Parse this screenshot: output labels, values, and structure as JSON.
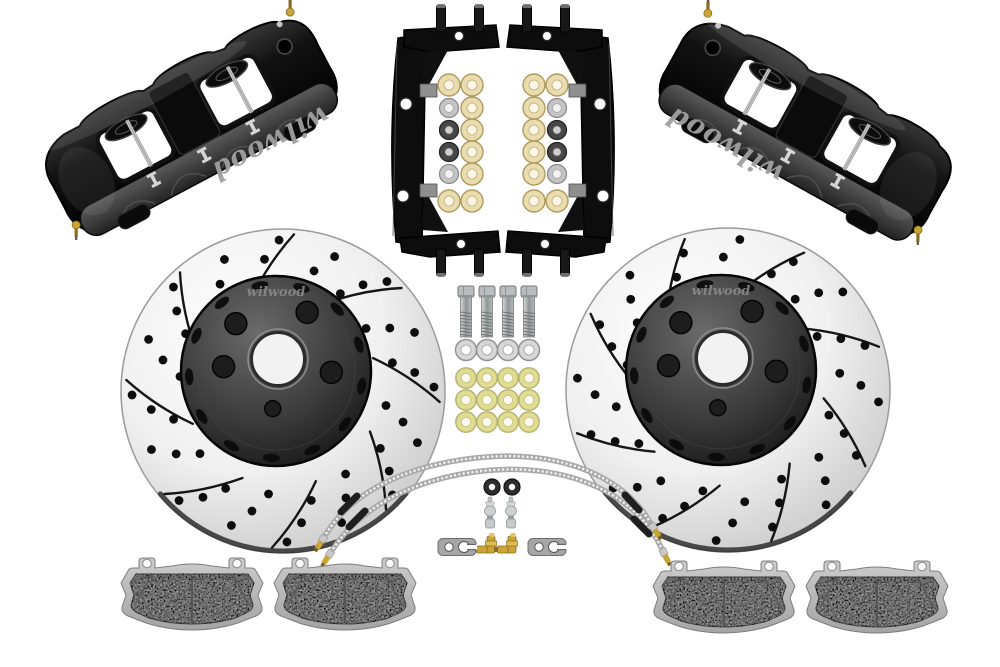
{
  "scene": {
    "type": "product-photo",
    "background": "#ffffff",
    "description": "Big brake kit: two black six-piston calipers, two drilled and slotted rotors, two caliper mounting brackets with washer hardware, four caliper bolts, braided stainless brake lines with fittings, and four brake pads"
  },
  "logos": {
    "caliper_script": "wilwood",
    "rotor_script": "wilwood"
  },
  "colors": {
    "caliper_black": "#0a0a0a",
    "caliper_band": "#3f3f3f",
    "script_gray": "#a0a0a0",
    "rotor_face_light": "#fafafa",
    "rotor_face_shade": "#c6c6c6",
    "drill_hole": "#0d0d0d",
    "hat_dark": "#2e2e2e",
    "bore_light": "#f2f2f2",
    "gold": "#e0dd92",
    "gold_rim": "#b5b171",
    "tan_gold": "#e9dcae",
    "tan_gold_rim": "#b09a5e",
    "silver": "#c9c9c9",
    "steel": "#9aa0a0",
    "dark_washer": "#474747",
    "brass": "#c9a437",
    "brass_dark": "#8a6d1d",
    "rubber_black": "#2e2e2e",
    "line_braid": "#a9a9a9",
    "sleeve_black": "#1f1f1f",
    "pad_plate": "#bcbcbc",
    "pad_friction": "#9f9f9f",
    "tab_gray": "#a6a6a6",
    "bracket_black": "#0d0d0d"
  },
  "parts": {
    "calipers": {
      "count": 2,
      "windows_per_caliper": 2,
      "bleed_screws_per_caliper": 2
    },
    "mount_brackets": {
      "count": 2,
      "studs_per_bracket": 4
    },
    "bracket_washer_pattern_outer": [
      "gold",
      "silver",
      "dark",
      "dark",
      "silver",
      "gold"
    ],
    "bracket_washer_pattern_inner": [
      "gold",
      "gold",
      "gold",
      "gold",
      "gold",
      "gold"
    ],
    "rotors": {
      "count": 2,
      "slots_per_rotor": 8,
      "drill_arcs": 16,
      "lug_holes": 5
    },
    "caliper_bolts": {
      "count": 4
    },
    "silver_washers": {
      "count": 4
    },
    "gold_washers": {
      "rows": 3,
      "cols": 4
    },
    "brake_lines": {
      "count": 2
    },
    "grommets": {
      "count": 2
    },
    "straight_fittings": {
      "count": 2
    },
    "elbow_fittings": {
      "count": 2
    },
    "mounting_tabs": {
      "count": 2
    },
    "brake_pads": {
      "count": 4
    }
  }
}
